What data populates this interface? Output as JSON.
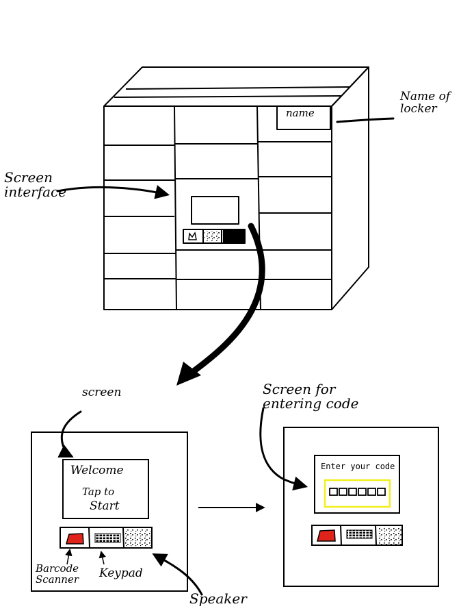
{
  "annotations": {
    "name_of_locker": [
      "Name of",
      "locker"
    ],
    "screen_interface": [
      "Screen",
      "interface"
    ],
    "screen": "screen",
    "screen_for_entering_code": [
      "Screen for",
      "entering code"
    ],
    "barcode_scanner": [
      "Barcode",
      "Scanner"
    ],
    "keypad": "Keypad",
    "speaker": "Speaker"
  },
  "locker": {
    "nameplate": "name"
  },
  "welcome_screen": {
    "line1": "Welcome",
    "line2": "Tap to",
    "line3": "Start"
  },
  "code_screen": {
    "prompt": "Enter your code",
    "code_box_count": 6,
    "highlight_color": "#f3ef1f"
  },
  "colors": {
    "ink": "#000000",
    "scanner_red": "#e0241b"
  }
}
